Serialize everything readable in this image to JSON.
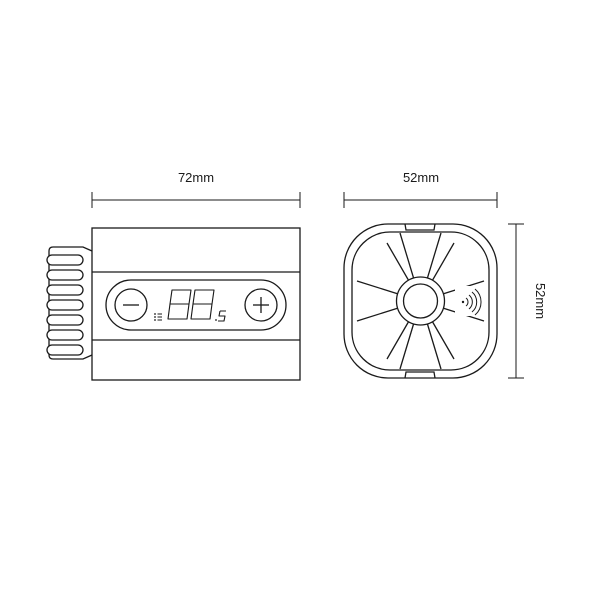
{
  "dimensions": {
    "width_label": "72mm",
    "depth_label": "52mm",
    "height_label": "52mm"
  },
  "display": {
    "minus_symbol": "−",
    "plus_symbol": "+",
    "digits": "88",
    "unit_suffix": "S"
  },
  "icons": {
    "menu": "list-icon",
    "wireless": "wifi-signal-icon"
  },
  "colors": {
    "line": "#1a1a1a",
    "background": "#ffffff"
  }
}
